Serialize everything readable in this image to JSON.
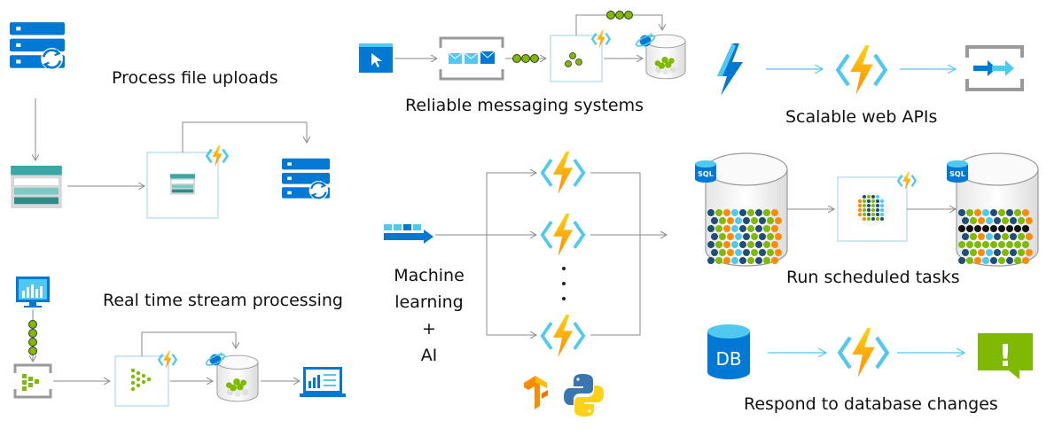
{
  "scenarios": {
    "file_uploads": "Process file uploads",
    "messaging": "Reliable messaging systems",
    "web_apis": "Scalable web APIs",
    "stream": "Real time stream processing",
    "scheduled": "Run scheduled tasks",
    "db_changes": "Respond to database changes",
    "ml": {
      "line1": "Machine",
      "line2": "learning",
      "line3": "+",
      "line4": "AI"
    }
  },
  "icons": {
    "db_badge": "DB",
    "sql_badge": "SQL",
    "alert_glyph": "!"
  },
  "colors": {
    "azure_blue": "#0078d4",
    "function_yellow": "#fcd116",
    "function_orange": "#ff8c00",
    "teal": "#3aa7a5",
    "green_dot": "#7fba00",
    "arrow_blue": "#50c8f0",
    "line_gray": "#8a8a8a"
  }
}
